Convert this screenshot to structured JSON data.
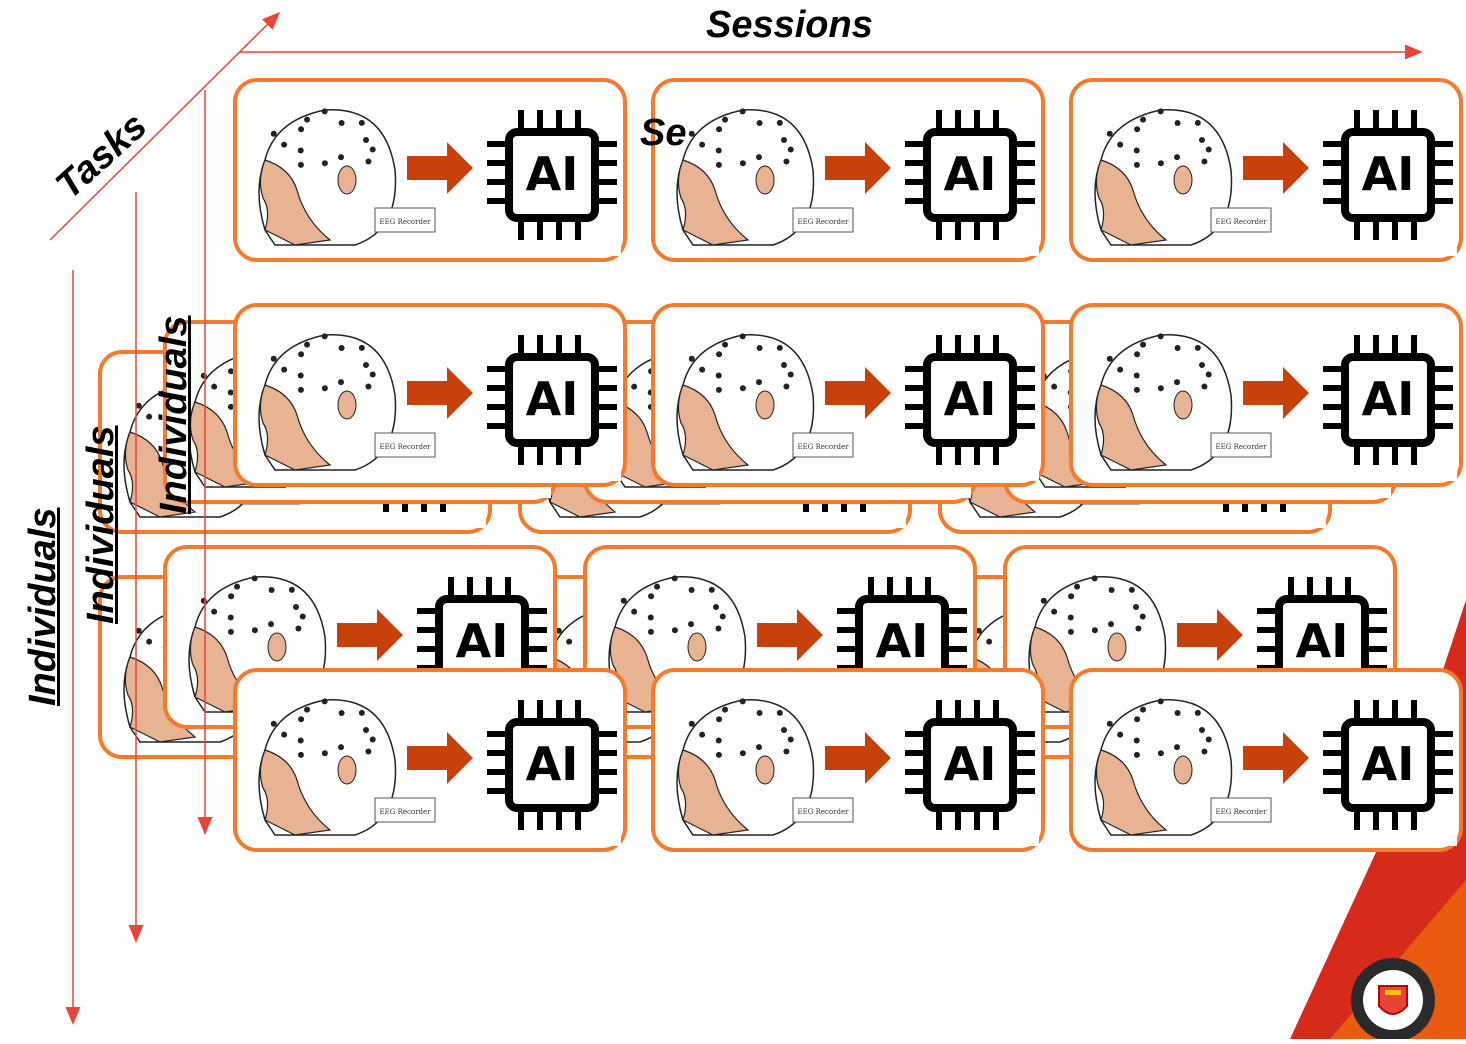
{
  "labels": {
    "sessions": "Sessions",
    "tasks": "Tasks",
    "individuals": "Individuals",
    "sessions_fragment": "Se"
  },
  "tile": {
    "ai_text": "AI",
    "recorder_text": "EEG Recorder"
  },
  "colors": {
    "frame": "#f47b2e",
    "axis": "#e8443a",
    "arrow": "#c8400a",
    "skin": "#e8b392",
    "cap": "#ffffff",
    "chip": "#000000"
  },
  "icons": [
    "eeg-head-icon",
    "arrow-right-icon",
    "ai-chip-icon",
    "logo-seal-icon"
  ]
}
